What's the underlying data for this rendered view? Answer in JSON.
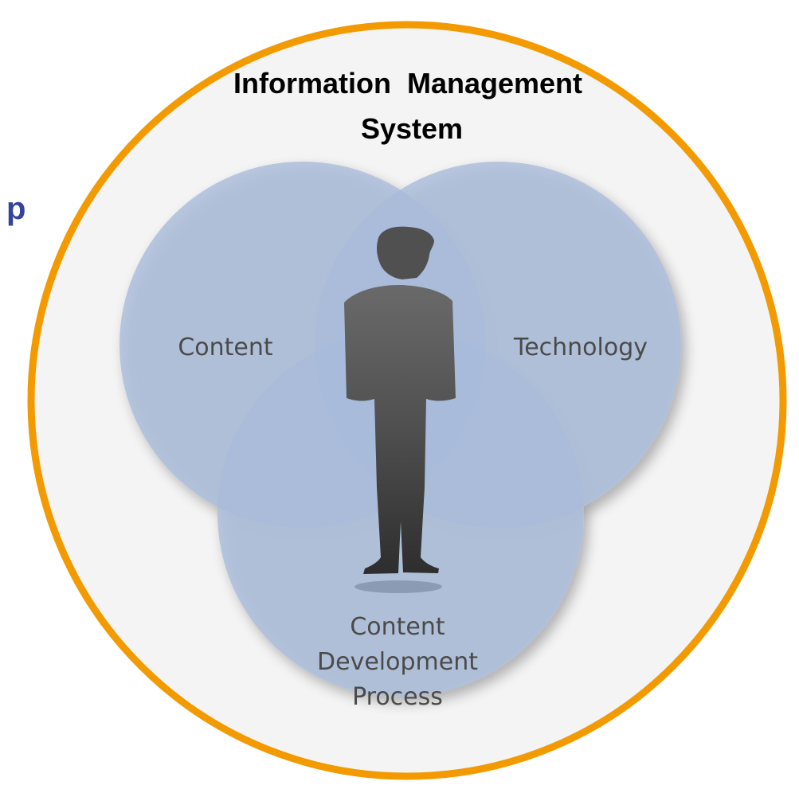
{
  "diagram": {
    "title_line1": "Information  Management",
    "title_line2": "System",
    "edge_fragment": "p",
    "circles": {
      "content": "Content",
      "technology": "Technology",
      "process_line1": "Content",
      "process_line2": "Development",
      "process_line3": "Process"
    },
    "colors": {
      "outer_border": "#f39a00",
      "outer_fill": "#f4f4f4",
      "circle_fill": "#a9bcda",
      "edge_fragment": "#34449a",
      "person": "#4a4a4a"
    },
    "person_icon": "person-silhouette-icon"
  }
}
